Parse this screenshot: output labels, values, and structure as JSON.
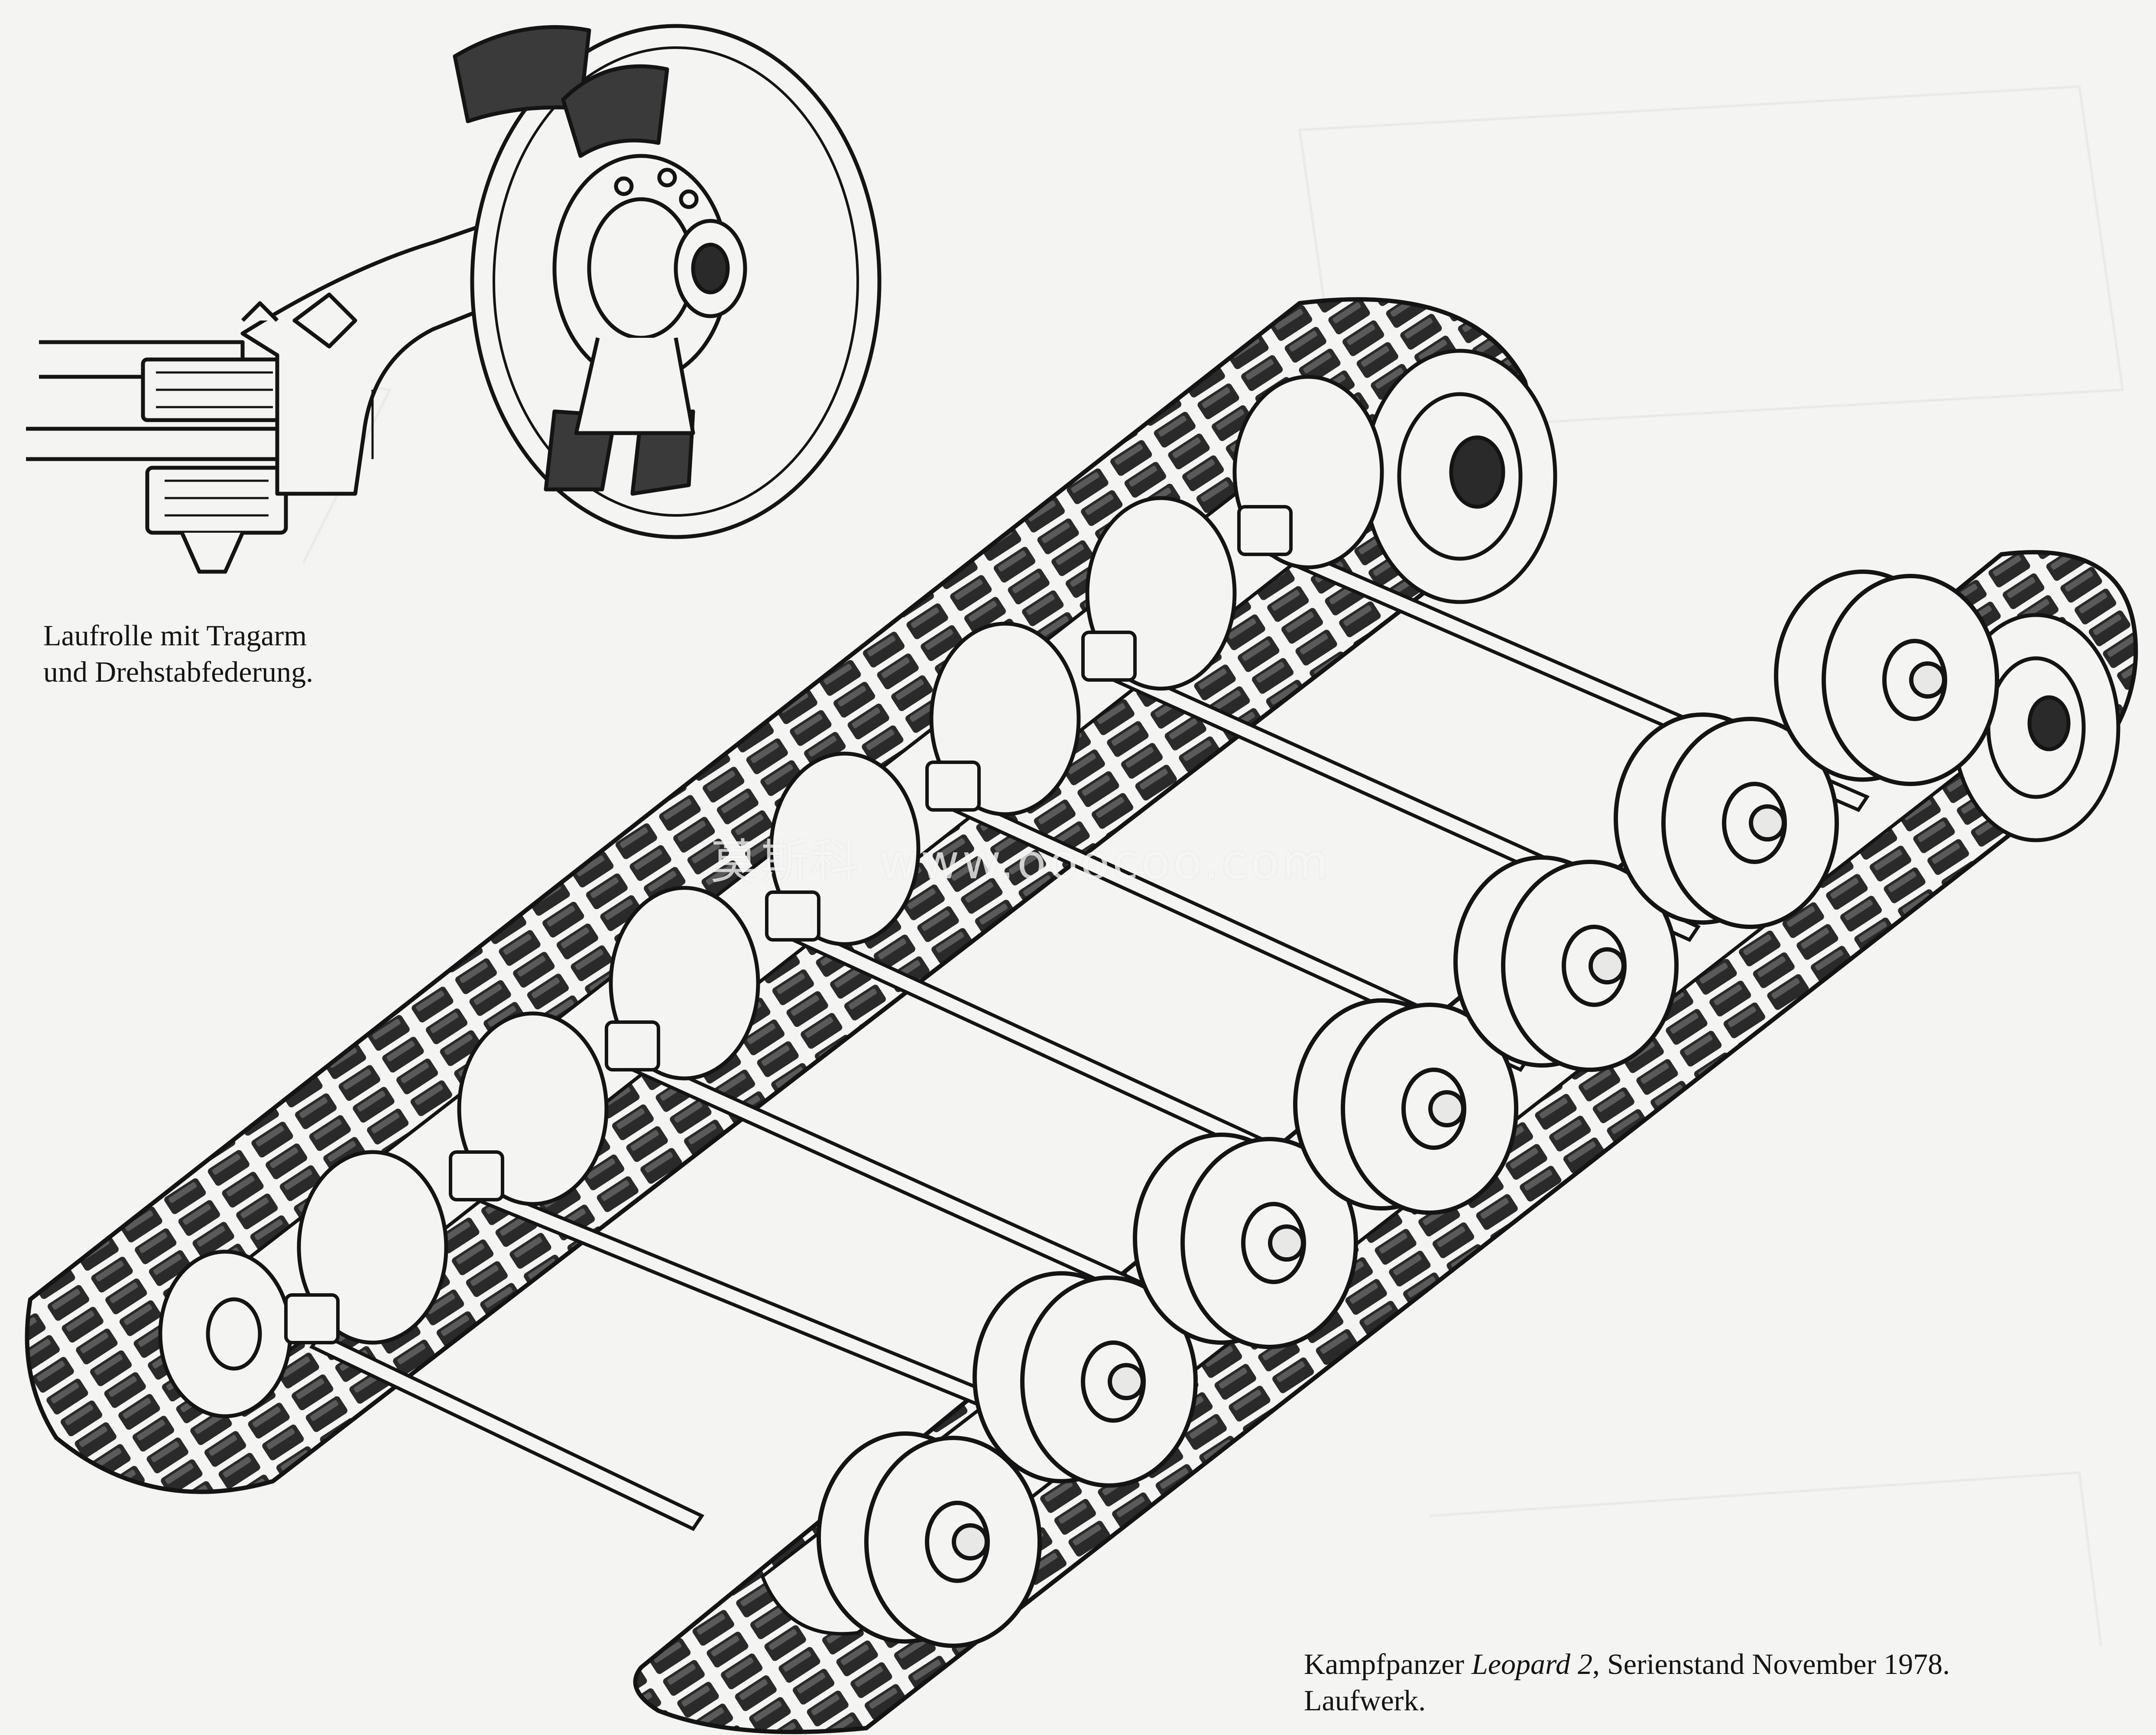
{
  "figure": {
    "caption_detail": {
      "line1": "Laufrolle mit Tragarm",
      "line2": "und Drehstabfederung."
    },
    "caption_main": {
      "prefix": "Kampfpanzer ",
      "italic": "Leopard 2",
      "suffix": ", Serienstand November 1978.",
      "line2": "Laufwerk."
    },
    "watermark": "莫斯科 www.ooocoo.com"
  },
  "colors": {
    "paper": "#f4f4f2",
    "ink": "#141414",
    "track_pad": "#2a2a2a",
    "highlight": "#ffffff"
  }
}
